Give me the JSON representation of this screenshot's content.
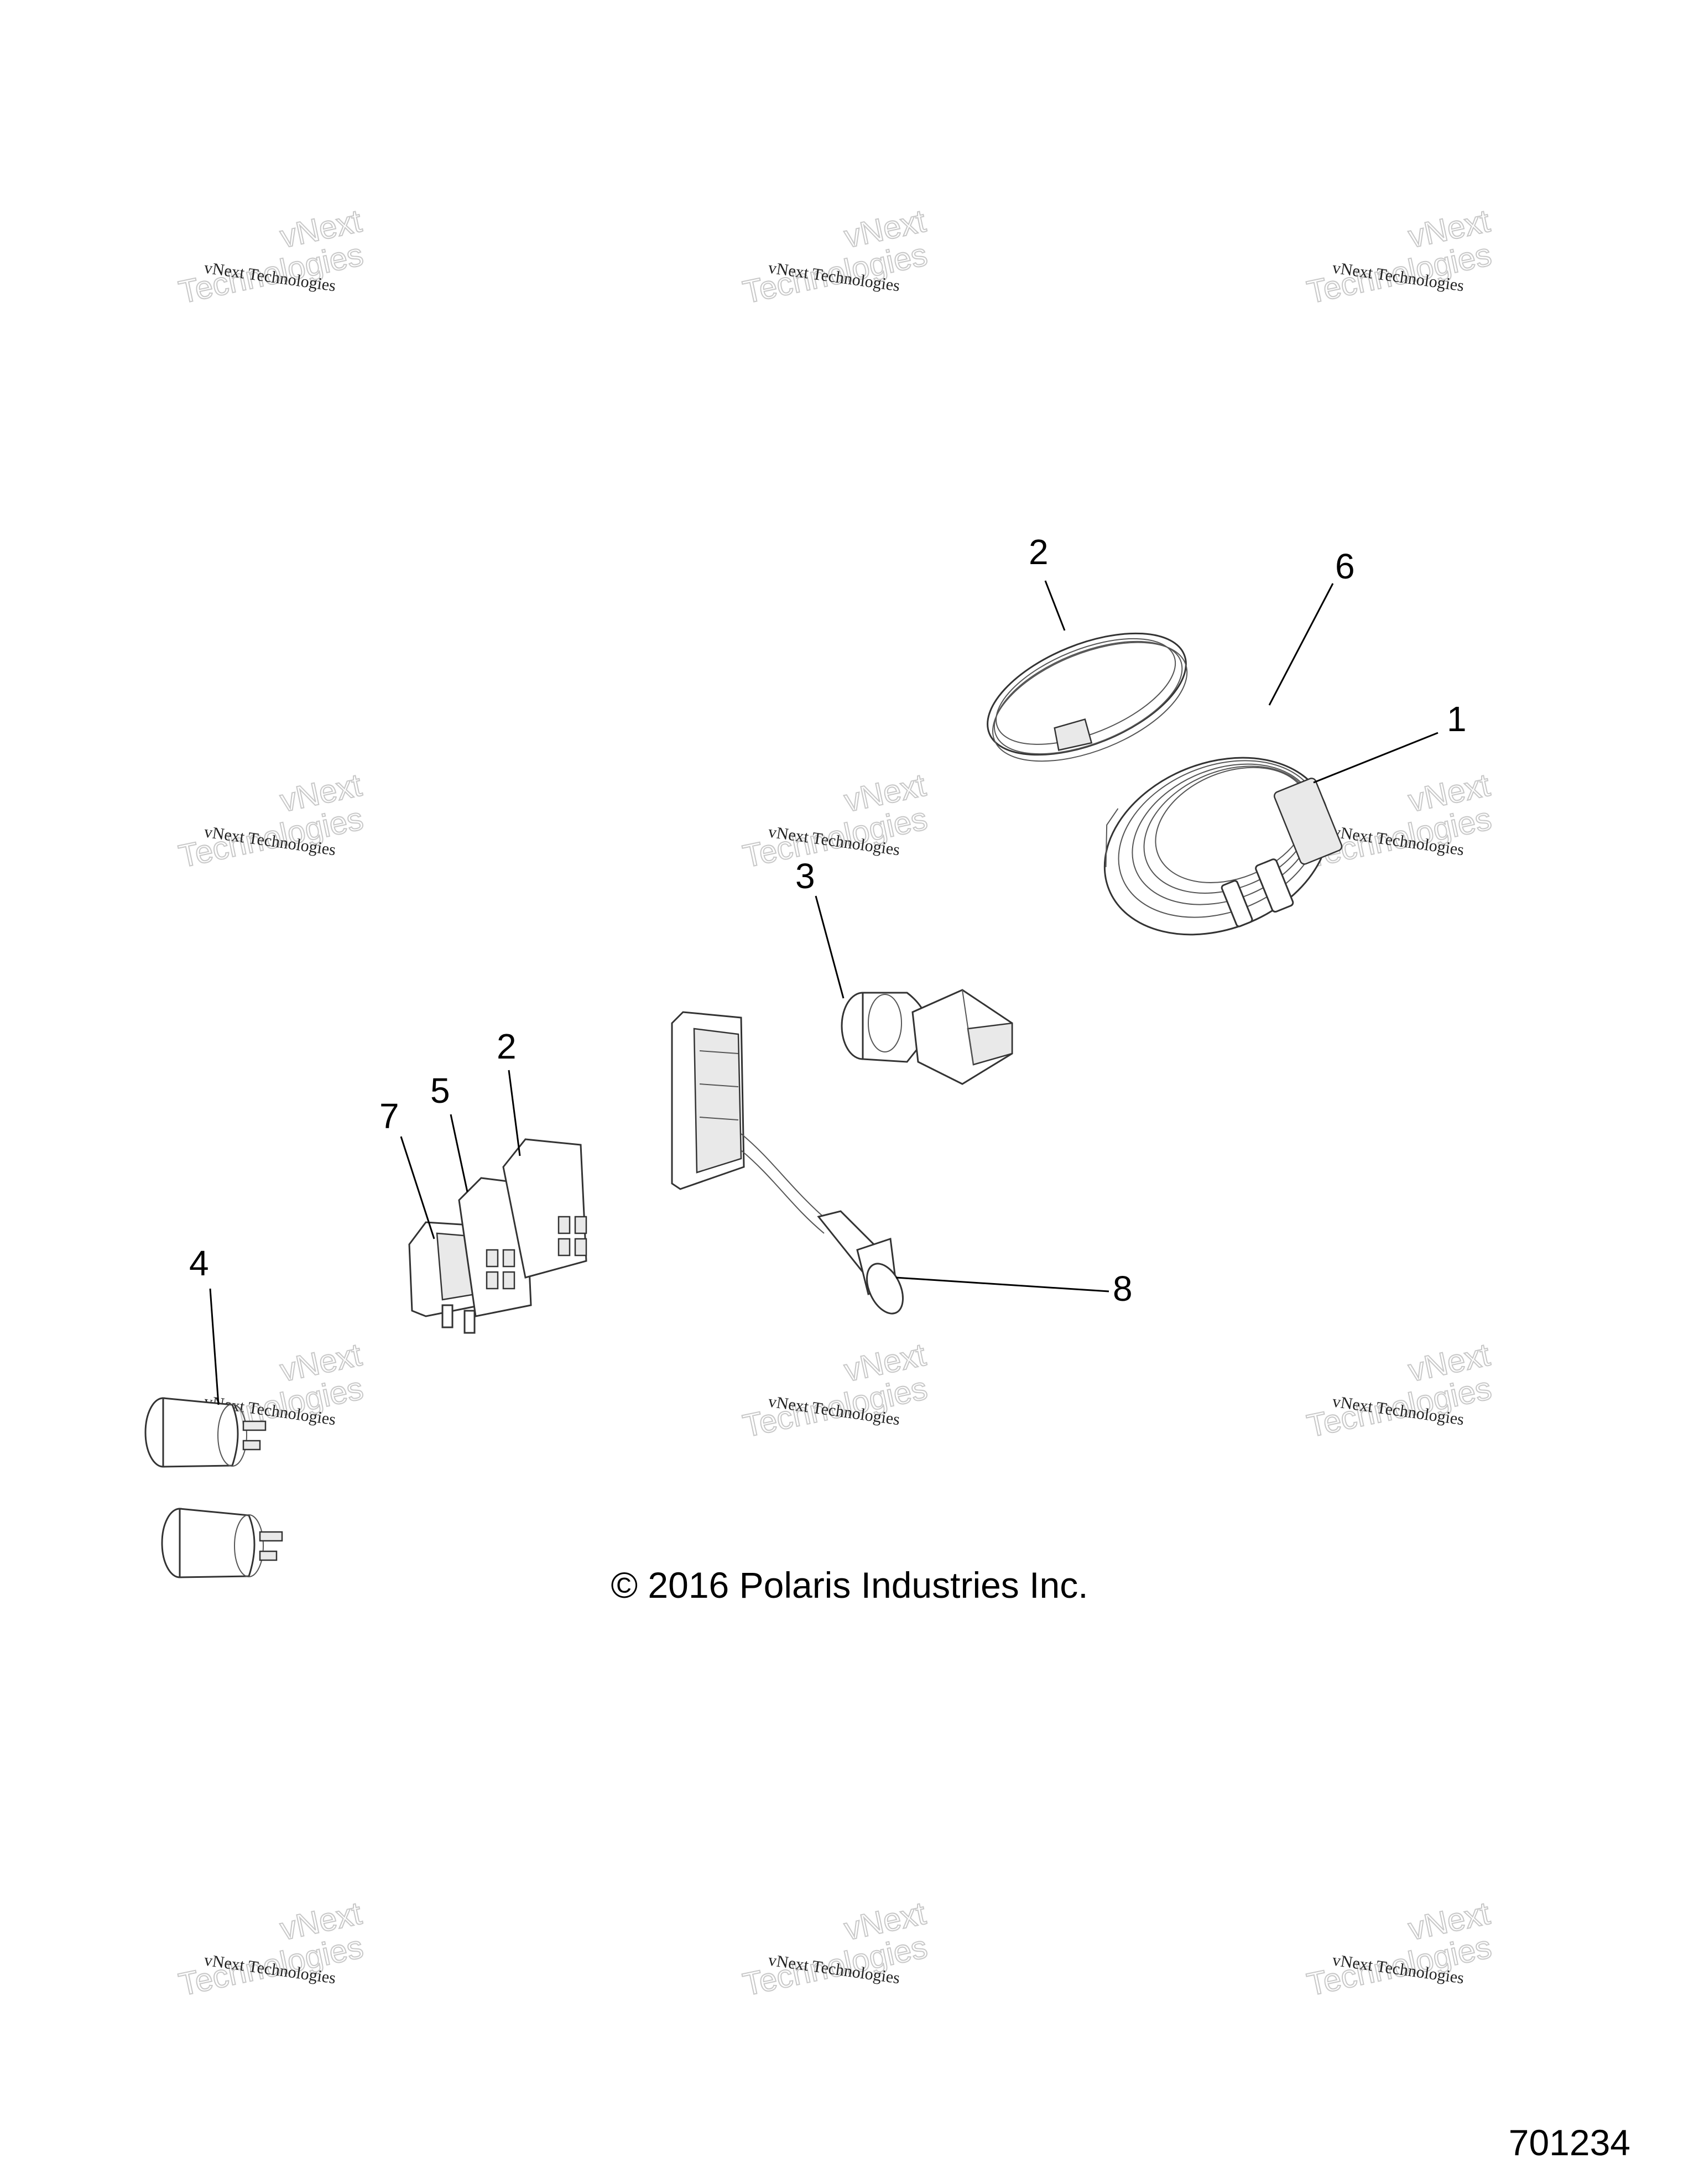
{
  "watermark": {
    "line1": "vNext Technologies",
    "line2": "vNext",
    "line3": "Technologies"
  },
  "callouts": {
    "c1": "1",
    "c2a": "2",
    "c2b": "2",
    "c3": "3",
    "c4": "4",
    "c5": "5",
    "c6": "6",
    "c7": "7",
    "c8": "8"
  },
  "copyright": "© 2016 Polaris Industries Inc.",
  "figure_number": "701234"
}
